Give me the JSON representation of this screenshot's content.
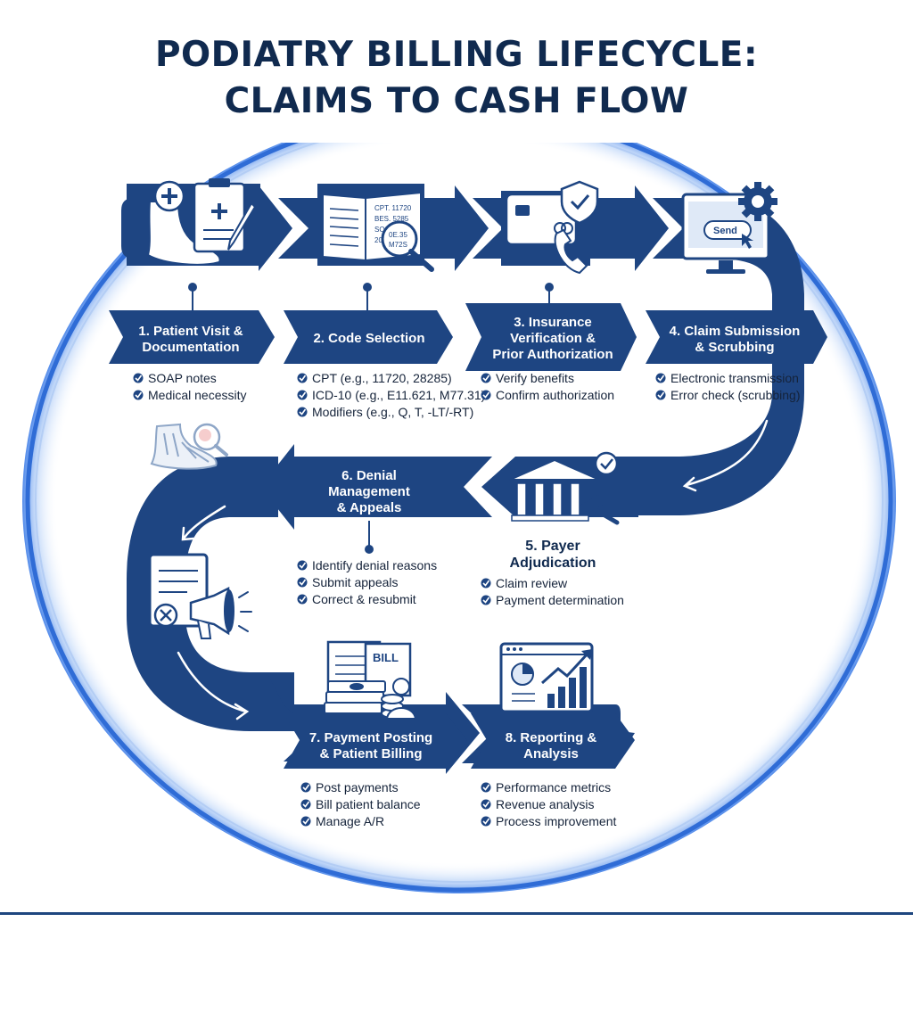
{
  "title": {
    "line1": "PODIATRY BILLING LIFECYCLE:",
    "line2": "CLAIMS TO CASH FLOW"
  },
  "colors": {
    "navy": "#1e4582",
    "dark_text": "#102a4f",
    "ring_glow": "#3f7ee8",
    "icon_light": "#dfe9f7"
  },
  "icons": {
    "step1": "foot-clipboard-icon",
    "step2": "codebook-magnifier-icon",
    "step3": "card-shield-phone-icon",
    "step4": "monitor-send-gear-icon",
    "step5": "bank-gavel-check-icon",
    "step6": "document-denied-megaphone-icon",
    "step7": "bill-cash-person-icon",
    "step8": "dashboard-growth-chart-icon",
    "xray": "foot-xray-icon"
  },
  "steps": [
    {
      "line1": "1. Patient Visit &",
      "line2": "Documentation",
      "bullets": [
        "SOAP notes",
        "Medical necessity"
      ]
    },
    {
      "line1": "2. Code Selection",
      "bullets": [
        "CPT (e.g., 11720, 28285)",
        "ICD-10 (e.g., E11.621, M77.31)",
        "Modifiers (e.g., Q, T, -LT/-RT)"
      ]
    },
    {
      "line1": "3. Insurance",
      "line2": "Verification &",
      "line3": "Prior Authorization",
      "bullets": [
        "Verify benefits",
        "Confirm authorization"
      ]
    },
    {
      "line1": "4. Claim Submission",
      "line2": "& Scrubbing",
      "bullets": [
        "Electronic transmission",
        "Error check (scrubbing)"
      ]
    },
    {
      "line1": "5. Payer",
      "line2": "Adjudication",
      "bullets": [
        "Claim review",
        "Payment determination"
      ]
    },
    {
      "line1": "6. Denial",
      "line2": "Management",
      "line3": "& Appeals",
      "bullets": [
        "Identify denial reasons",
        "Submit appeals",
        "Correct & resubmit"
      ]
    },
    {
      "line1": "7. Payment Posting",
      "line2": "& Patient Billing",
      "bullets": [
        "Post payments",
        "Bill patient balance",
        "Manage A/R"
      ]
    },
    {
      "line1": "8. Reporting &",
      "line2": "Analysis",
      "bullets": [
        "Performance metrics",
        "Revenue analysis",
        "Process improvement"
      ]
    }
  ],
  "icon_text": {
    "send_button": "Send",
    "codebook_lines": [
      "CPT. 11720",
      "BES. 5285",
      "SOS. R095",
      "201"
    ],
    "magnifier_codes": [
      "0E.35",
      "M72S"
    ],
    "bill_label": "BILL"
  }
}
